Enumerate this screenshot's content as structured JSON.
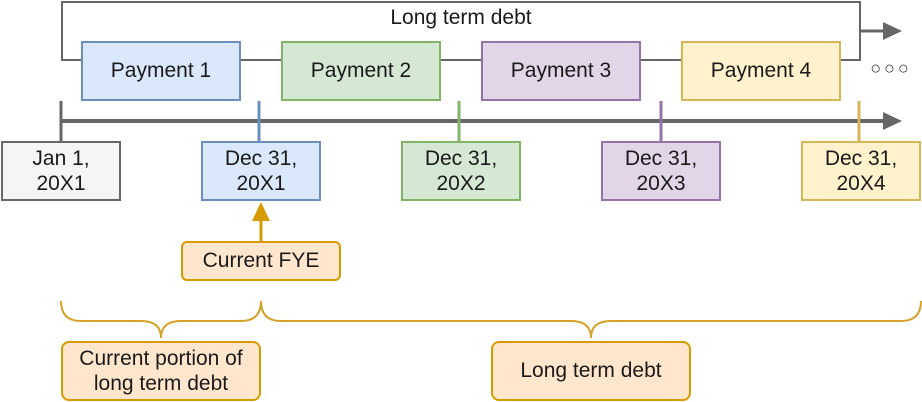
{
  "header": {
    "title": "Long term debt",
    "continuation": "○○○"
  },
  "payments": [
    {
      "label": "Payment 1",
      "fill": "#dae8fc",
      "stroke": "#6c8ebf"
    },
    {
      "label": "Payment 2",
      "fill": "#d5e8d4",
      "stroke": "#82b366"
    },
    {
      "label": "Payment 3",
      "fill": "#e1d5e7",
      "stroke": "#9673a6"
    },
    {
      "label": "Payment 4",
      "fill": "#fff2cc",
      "stroke": "#d6b656"
    }
  ],
  "dates": [
    {
      "label": "Jan 1,\n20X1",
      "fill": "#f5f5f5",
      "stroke": "#666666"
    },
    {
      "label": "Dec 31,\n20X1",
      "fill": "#dae8fc",
      "stroke": "#6c8ebf"
    },
    {
      "label": "Dec 31,\n20X2",
      "fill": "#d5e8d4",
      "stroke": "#82b366"
    },
    {
      "label": "Dec 31,\n20X3",
      "fill": "#e1d5e7",
      "stroke": "#9673a6"
    },
    {
      "label": "Dec 31,\n20X4",
      "fill": "#fff2cc",
      "stroke": "#d6b656"
    }
  ],
  "current_fye": {
    "label": "Current FYE"
  },
  "portions": {
    "current": "Current portion of\nlong term debt",
    "long_term": "Long term debt"
  },
  "colors": {
    "timeline": "#666666",
    "highlight_fill": "#ffe6cc",
    "highlight_stroke": "#d79b00",
    "brace": "#d6a128"
  }
}
